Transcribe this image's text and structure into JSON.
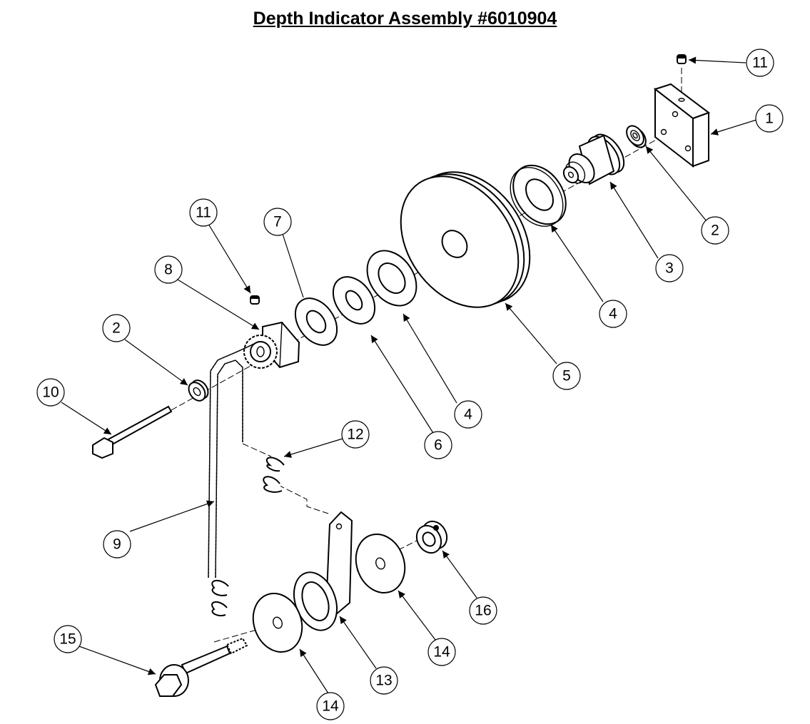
{
  "title": "Depth Indicator Assembly #6010904",
  "callouts": [
    "1",
    "2",
    "3",
    "4",
    "4",
    "5",
    "6",
    "7",
    "8",
    "2",
    "9",
    "10",
    "11",
    "11",
    "12",
    "13",
    "14",
    "14",
    "15",
    "16"
  ]
}
